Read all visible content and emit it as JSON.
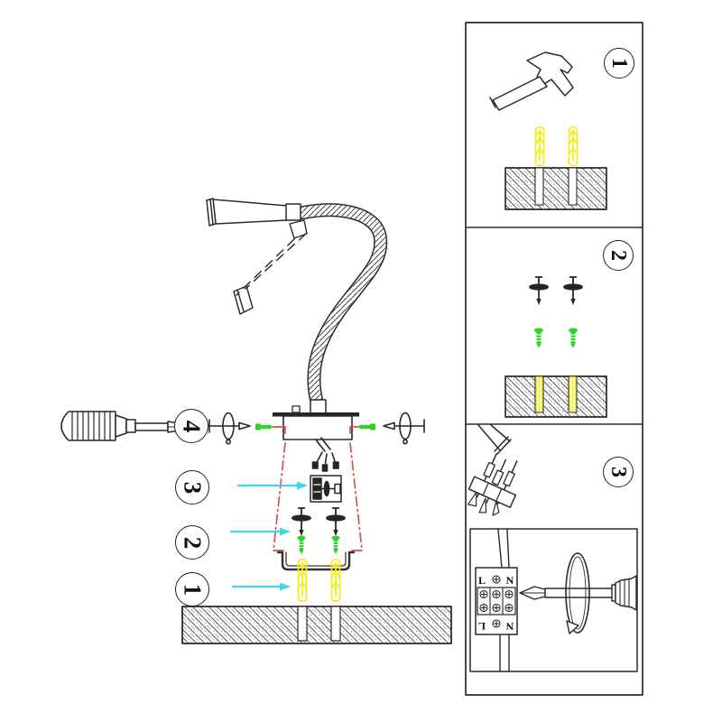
{
  "sheet": {
    "name": "gooseneck-wall-lamp-installation-diagram",
    "background": "#ffffff"
  },
  "colors": {
    "line_dark": "#2a2a2a",
    "anchor_yellow": "#f0ee14",
    "screw_green": "#2bd622",
    "arrow_cyan": "#44d6e4",
    "guide_red": "#e24d4d"
  },
  "main_steps": {
    "step1": "1",
    "step2": "2",
    "step3": "3",
    "step4": "4"
  },
  "panels": {
    "panel1": "1",
    "panel2": "2",
    "panel3": "3"
  },
  "terminal_block": {
    "top_left": "L",
    "top_right": "N",
    "bottom_left": "L",
    "bottom_right": "N"
  },
  "icons": {
    "hammer": "hammer-icon",
    "screwdriver": "screwdriver-icon",
    "wall_anchor": "wall-anchor-icon",
    "mounting_screw": "cross-screw-icon",
    "machine_screw": "green-screw-icon",
    "rotation_screw": "screw-rotation-icon",
    "terminal_block": "terminal-block-icon",
    "gooseneck_lamp": "gooseneck-lamp-icon",
    "wall_section": "hatched-wall-icon",
    "step_arrow": "cyan-arrow-icon"
  }
}
